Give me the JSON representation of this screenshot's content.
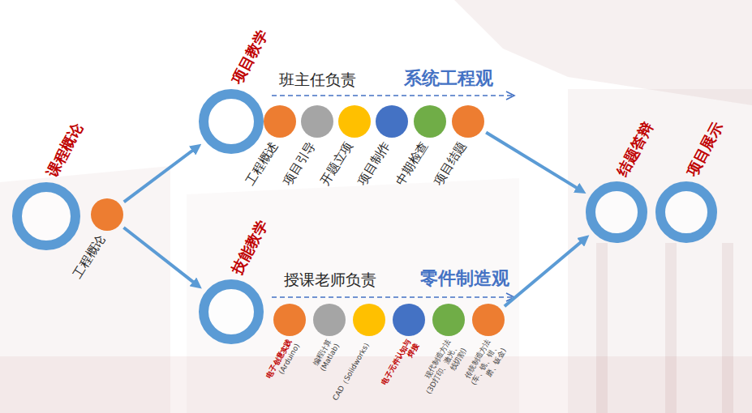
{
  "diagram": {
    "nodes": [
      {
        "text": [
          "课程概论"
        ]
      },
      {
        "text": [
          "工程概论"
        ]
      },
      {
        "text": [
          "项目教学"
        ]
      },
      {
        "text": [
          "工程概述"
        ]
      },
      {
        "text": [
          "项目引导"
        ]
      },
      {
        "text": [
          "开题立项"
        ]
      },
      {
        "text": [
          "项目制作"
        ]
      },
      {
        "text": [
          "中期检查"
        ]
      },
      {
        "text": [
          "项目结题"
        ]
      },
      {
        "text": [
          "技能教学"
        ]
      },
      {
        "text": [
          "电子创意实践",
          "(Arduino)"
        ]
      },
      {
        "text": [
          "编程计算 (Matlab)"
        ]
      },
      {
        "text": [
          "CAD（Solidworks）"
        ]
      },
      {
        "text": [
          "电子元件认知与 焊接"
        ]
      },
      {
        "text": [
          "现代制造方法 (3D打印、激光、 线切割)"
        ]
      },
      {
        "text": [
          "传统制造方法 (车、铣、钳、 磨、钣金)"
        ]
      },
      {
        "text": [
          "结题答辩"
        ]
      },
      {
        "text": [
          "项目展示"
        ]
      }
    ],
    "edges": [
      {
        "from": 1,
        "to": 2,
        "arrow": "to"
      },
      {
        "from": 1,
        "to": 9,
        "arrow": "to"
      },
      {
        "from": 8,
        "to": 16,
        "arrow": "to"
      },
      {
        "from": 15,
        "to": 16,
        "arrow": "to"
      }
    ],
    "labels": [
      "班主任负责",
      "系统工程观",
      "授课老师负责",
      "零件制造观"
    ]
  }
}
